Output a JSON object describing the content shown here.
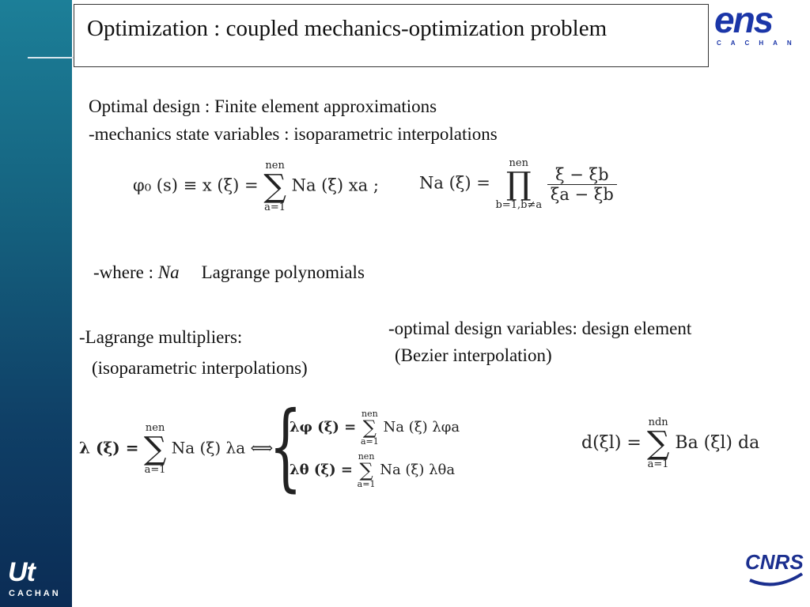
{
  "title": "Optimization : coupled mechanics-optimization problem",
  "logos": {
    "ens_mark": "ens",
    "ens_city": "CACHAN",
    "univ_mark": "Ut",
    "univ_city": "CACHAN",
    "cnrs_mark": "CNRS"
  },
  "body": {
    "line1": "Optimal design : Finite element approximations",
    "line2": "-mechanics state variables : isoparametric interpolations",
    "where_prefix": "-where : ",
    "where_var": "Na",
    "where_suffix": "Lagrange polynomials",
    "lagrange_line1": "-Lagrange multipliers:",
    "lagrange_line2": "(isoparametric interpolations)",
    "design_line1": "-optimal design variables: design element",
    "design_line2": "(Bezier interpolation)"
  },
  "formulas": {
    "eq1_lhs": "φ₀ (s) ≡ x (ξ) =",
    "eq1_sum_sup": "nen",
    "eq1_sum_sub": "a=1",
    "eq1_term": "Na (ξ) xa ;",
    "eq2_lhs": "Na (ξ) =",
    "eq2_prod_sup": "nen",
    "eq2_prod_sub": "b=1,b≠a",
    "eq2_num": "ξ − ξb",
    "eq2_den": "ξa − ξb",
    "eq3_lhs": "λ (ξ) =",
    "eq3_sum_sup": "nen",
    "eq3_sum_sub": "a=1",
    "eq3_term": "Na (ξ) λa ⟺",
    "eq3_case1_lhs": "λφ (ξ) =",
    "eq3_case1_term": "Na (ξ) λφa",
    "eq3_case2_lhs": "λθ (ξ) =",
    "eq3_case2_term": "Na (ξ) λθa",
    "eq3_case_sup": "nen",
    "eq3_case_sub": "a=1",
    "eq4_lhs": "d(ξl) =",
    "eq4_sum_sup": "ndn",
    "eq4_sum_sub": "a=1",
    "eq4_term": "Ba (ξl) da"
  },
  "colors": {
    "sidebar_top": "#1c7f98",
    "sidebar_bottom": "#0b2c55",
    "ens_blue": "#1b36a8",
    "cnrs_blue": "#1b2f8f"
  }
}
